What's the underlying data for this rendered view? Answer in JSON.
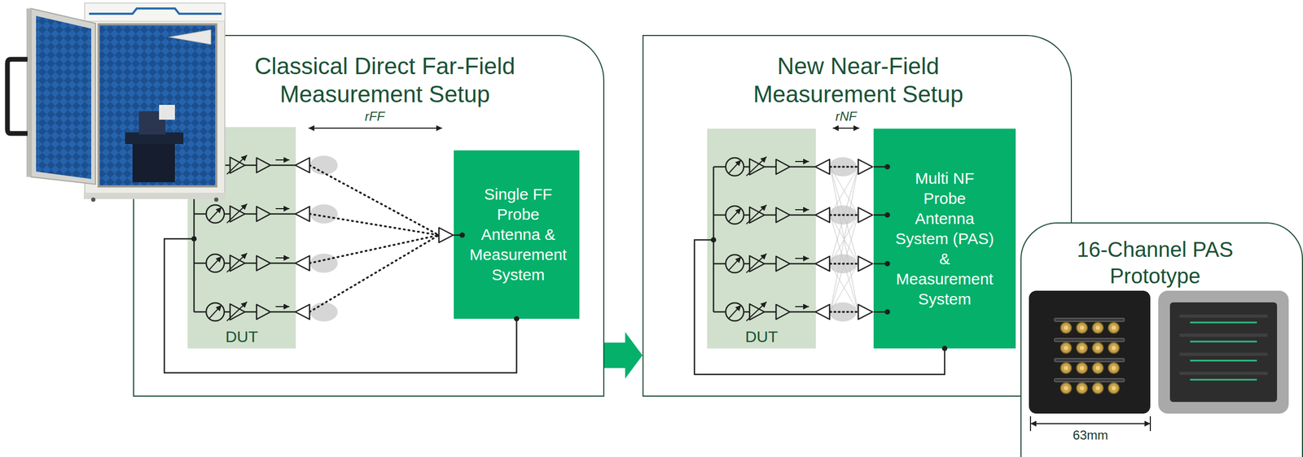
{
  "diagram": {
    "nodes": [
      {
        "text": [
          "Classical Direct Far-Field Measurement Setup"
        ]
      },
      {
        "text": [
          "DUT"
        ],
        "in": 0
      },
      {
        "text": [
          "Single FF Probe Antenna & Measurement System"
        ],
        "in": 0
      },
      {
        "text": [
          "New Near-Field Measurement Setup"
        ]
      },
      {
        "text": [
          "DUT"
        ],
        "in": 3
      },
      {
        "text": [
          "Multi NF Probe Antenna System (PAS) & Measurement System"
        ],
        "in": 3
      },
      {
        "text": [
          "16-Channel PAS Prototype"
        ]
      }
    ],
    "edges": [
      {
        "from": 2,
        "to": 1,
        "arrow": "none"
      },
      {
        "from": 0,
        "to": 3,
        "arrow": "to"
      },
      {
        "from": 5,
        "to": 4,
        "arrow": "none"
      }
    ],
    "labels": [
      "rFF",
      "rNF",
      "63mm"
    ]
  }
}
